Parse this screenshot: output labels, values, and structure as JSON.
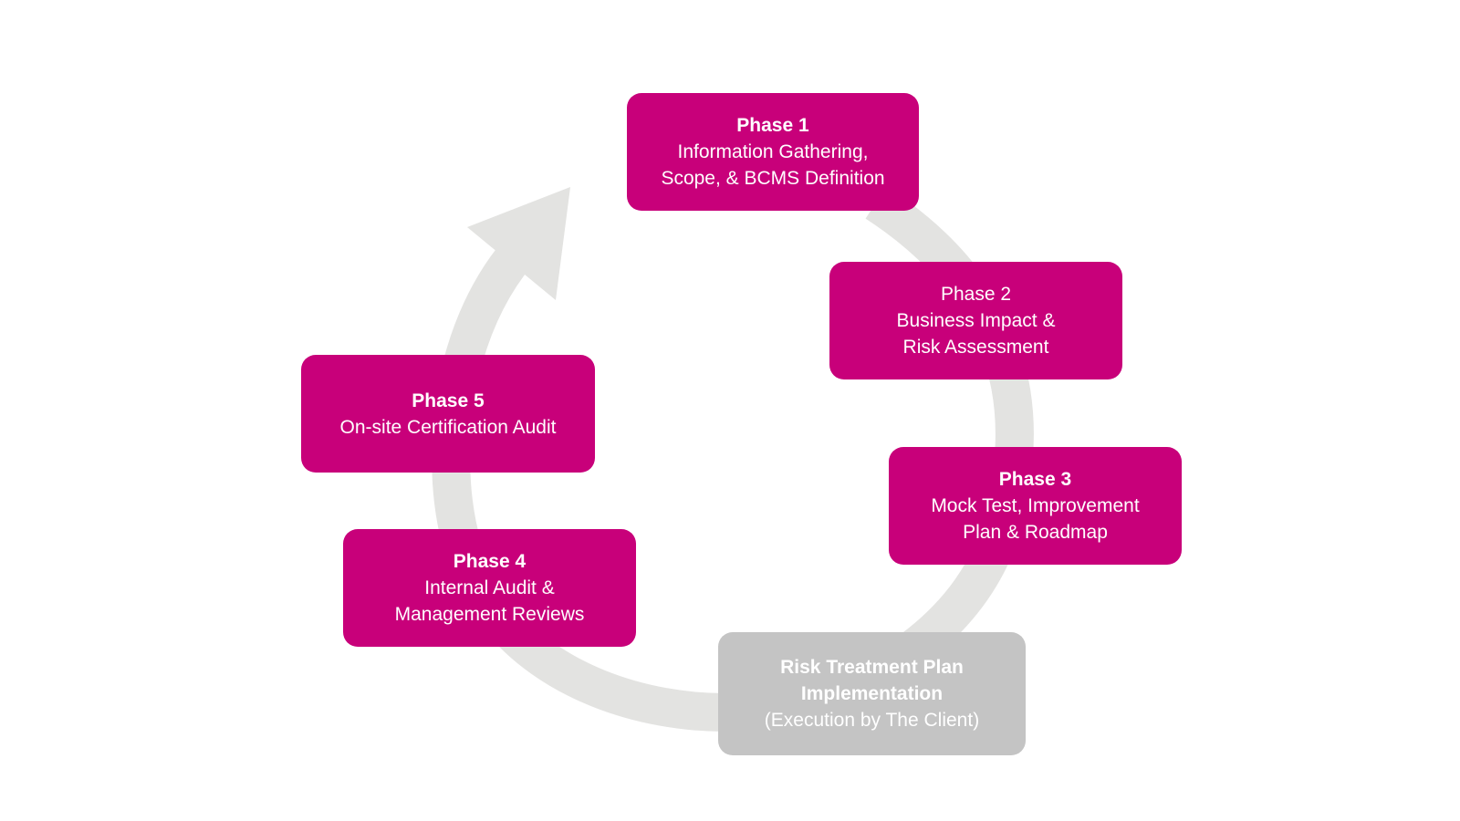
{
  "colors": {
    "phase_box": "#c8007a",
    "client_box": "#c4c4c4",
    "cycle_arrow": "#e3e3e1",
    "text": "#ffffff",
    "background": "#ffffff"
  },
  "icons": {
    "cycle_arrow": "circular-arrow-icon"
  },
  "phases": {
    "phase1": {
      "title": "Phase 1",
      "line1": "Information Gathering,",
      "line2": "Scope, & BCMS Definition"
    },
    "phase2": {
      "title": "Phase 2",
      "line1": "Business Impact &",
      "line2": "Risk Assessment"
    },
    "phase3": {
      "title": "Phase 3",
      "line1": "Mock Test, Improvement",
      "line2": "Plan & Roadmap"
    },
    "phase4": {
      "title": "Phase 4",
      "line1": "Internal Audit &",
      "line2": "Management Reviews"
    },
    "phase5": {
      "title": "Phase 5",
      "line1": "On-site Certification Audit"
    },
    "risk_treatment": {
      "line1": "Risk Treatment Plan",
      "line2": "Implementation",
      "line3": "(Execution by The Client)"
    }
  }
}
